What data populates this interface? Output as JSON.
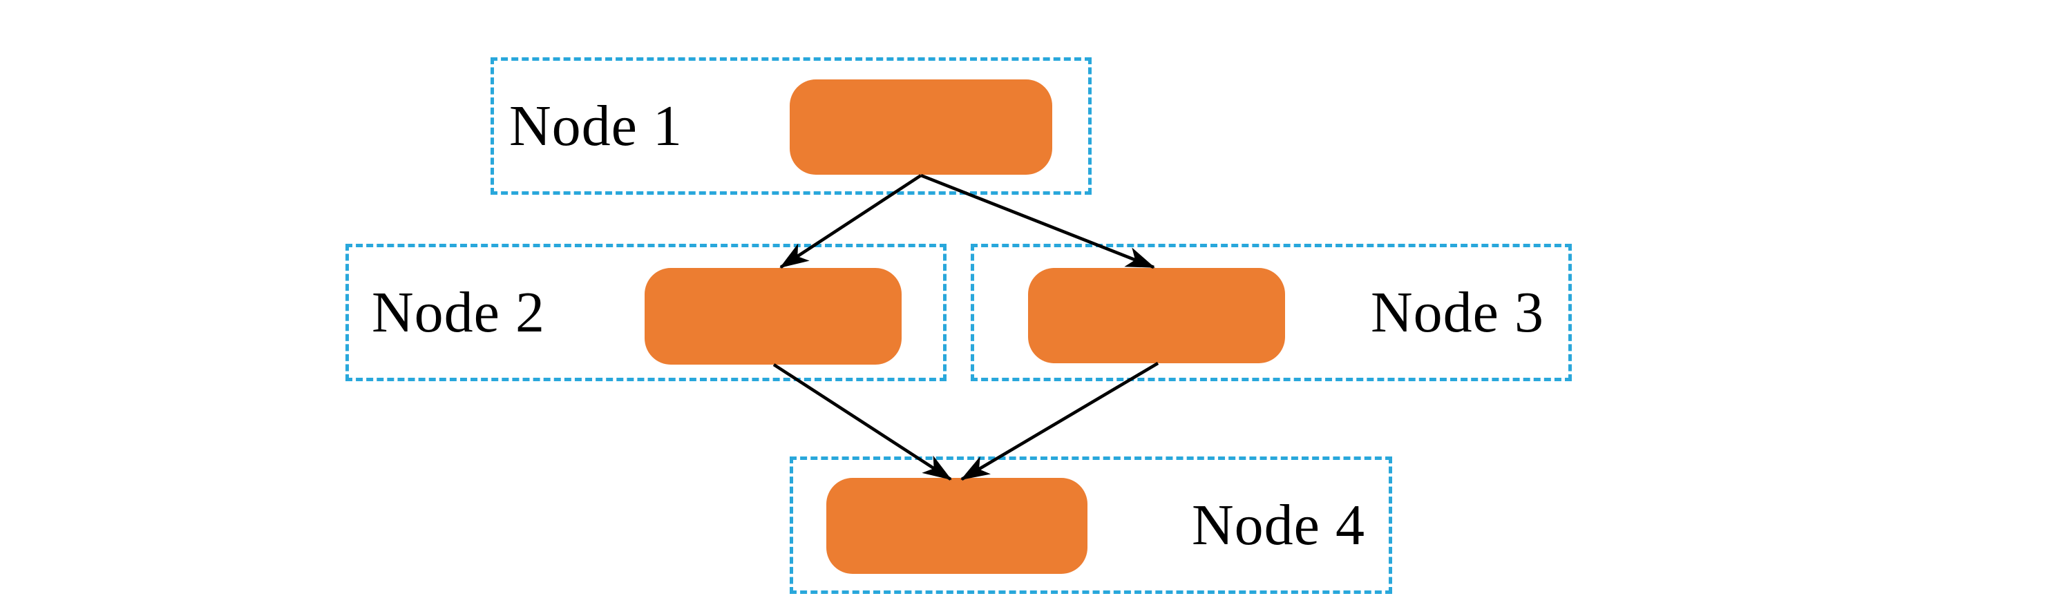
{
  "diagram": {
    "type": "directed-graph",
    "background_color": "#ffffff",
    "colors": {
      "node_fill": "#ec7d31",
      "container_border": "#29a7db",
      "edge": "#000000",
      "label": "#000000"
    },
    "nodes": [
      {
        "id": "node1",
        "label": "Node 1",
        "label_side": "left",
        "row": 1
      },
      {
        "id": "node2",
        "label": "Node 2",
        "label_side": "left",
        "row": 2
      },
      {
        "id": "node3",
        "label": "Node 3",
        "label_side": "right",
        "row": 2
      },
      {
        "id": "node4",
        "label": "Node 4",
        "label_side": "right",
        "row": 3
      }
    ],
    "edges": [
      {
        "from": "node1",
        "to": "node2"
      },
      {
        "from": "node1",
        "to": "node3"
      },
      {
        "from": "node2",
        "to": "node4"
      },
      {
        "from": "node3",
        "to": "node4"
      }
    ]
  }
}
